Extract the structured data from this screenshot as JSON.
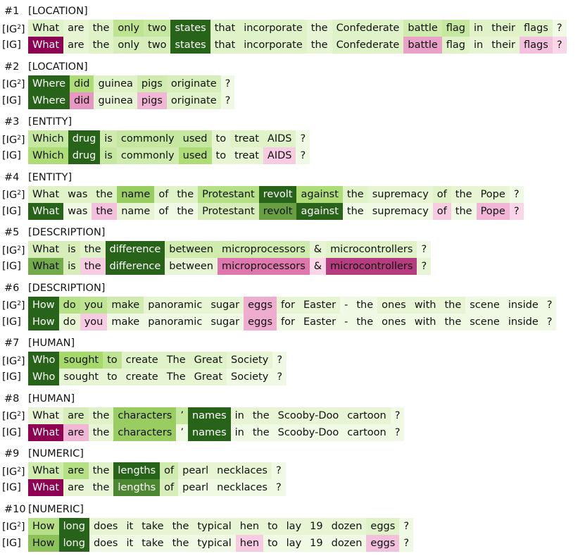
{
  "examples": [
    {
      "id": "#1",
      "label": "[LOCATION]",
      "tokens": [
        "What",
        "are",
        "the",
        "only",
        "two",
        "states",
        "that",
        "incorporate",
        "the",
        "Confederate",
        "battle",
        "flag",
        "in",
        "their",
        "flags",
        "?"
      ],
      "rows": [
        {
          "method": "IG",
          "sup": "2",
          "scores": [
            0.15,
            0.1,
            0.15,
            0.35,
            0.3,
            1.0,
            0.15,
            0.15,
            0.1,
            0.15,
            0.25,
            0.3,
            0.15,
            0.15,
            0.15,
            0.05
          ]
        },
        {
          "method": "IG",
          "sup": "",
          "scores": [
            -1.0,
            0.1,
            0.15,
            0.2,
            0.2,
            1.0,
            0.15,
            0.15,
            0.1,
            0.15,
            -0.3,
            0.15,
            0.1,
            0.1,
            -0.15,
            -0.05
          ]
        }
      ]
    },
    {
      "id": "#2",
      "label": "[LOCATION]",
      "tokens": [
        "Where",
        "did",
        "guinea",
        "pigs",
        "originate",
        "?"
      ],
      "rows": [
        {
          "method": "IG",
          "sup": "2",
          "scores": [
            1.0,
            0.45,
            0.15,
            0.25,
            0.2,
            0.05
          ]
        },
        {
          "method": "IG",
          "sup": "",
          "scores": [
            1.0,
            -0.35,
            0.1,
            -0.2,
            0.15,
            0.05
          ]
        }
      ]
    },
    {
      "id": "#3",
      "label": "[ENTITY]",
      "tokens": [
        "Which",
        "drug",
        "is",
        "commonly",
        "used",
        "to",
        "treat",
        "AIDS",
        "?"
      ],
      "rows": [
        {
          "method": "IG",
          "sup": "2",
          "scores": [
            0.3,
            1.0,
            0.25,
            0.3,
            0.3,
            0.1,
            0.15,
            0.15,
            0.05
          ]
        },
        {
          "method": "IG",
          "sup": "",
          "scores": [
            0.45,
            1.0,
            0.3,
            0.25,
            0.45,
            0.1,
            0.1,
            -0.1,
            0.05
          ]
        }
      ]
    },
    {
      "id": "#4",
      "label": "[ENTITY]",
      "tokens": [
        "What",
        "was",
        "the",
        "name",
        "of",
        "the",
        "Protestant",
        "revolt",
        "against",
        "the",
        "supremacy",
        "of",
        "the",
        "Pope",
        "?"
      ],
      "rows": [
        {
          "method": "IG",
          "sup": "2",
          "scores": [
            0.15,
            0.15,
            0.15,
            0.55,
            0.15,
            0.15,
            0.4,
            1.0,
            0.45,
            0.15,
            0.1,
            0.15,
            0.1,
            0.1,
            0.05
          ]
        },
        {
          "method": "IG",
          "sup": "",
          "scores": [
            1.0,
            0.05,
            -0.15,
            0.1,
            0.05,
            0.05,
            0.2,
            0.75,
            1.0,
            0.05,
            0.05,
            -0.1,
            0.05,
            -0.2,
            -0.05
          ]
        }
      ]
    },
    {
      "id": "#5",
      "label": "[DESCRIPTION]",
      "tokens": [
        "What",
        "is",
        "the",
        "difference",
        "between",
        "microprocessors",
        "&",
        "microcontrollers",
        "?"
      ],
      "rows": [
        {
          "method": "IG",
          "sup": "2",
          "scores": [
            0.2,
            0.2,
            0.15,
            1.0,
            0.25,
            0.25,
            0.1,
            0.15,
            0.05
          ]
        },
        {
          "method": "IG",
          "sup": "",
          "scores": [
            0.7,
            0.2,
            -0.1,
            1.0,
            0.1,
            -0.5,
            -0.05,
            -0.75,
            0.1
          ]
        }
      ]
    },
    {
      "id": "#6",
      "label": "[DESCRIPTION]",
      "tokens": [
        "How",
        "do",
        "you",
        "make",
        "panoramic",
        "sugar",
        "eggs",
        "for",
        "Easter",
        "-",
        "the",
        "ones",
        "with",
        "the",
        "scene",
        "inside",
        "?"
      ],
      "rows": [
        {
          "method": "IG",
          "sup": "2",
          "scores": [
            1.0,
            0.4,
            0.35,
            0.25,
            0.1,
            0.1,
            -0.25,
            0.1,
            0.1,
            0.05,
            0.05,
            0.1,
            0.1,
            0.1,
            0.05,
            0.05,
            0.05
          ]
        },
        {
          "method": "IG",
          "sup": "",
          "scores": [
            1.0,
            0.1,
            -0.1,
            0.05,
            0.05,
            0.05,
            -0.25,
            0.05,
            0.05,
            0.05,
            0.05,
            0.05,
            0.05,
            0.05,
            0.05,
            0.05,
            0.05
          ]
        }
      ]
    },
    {
      "id": "#7",
      "label": "[HUMAN]",
      "tokens": [
        "Who",
        "sought",
        "to",
        "create",
        "The",
        "Great",
        "Society",
        "?"
      ],
      "rows": [
        {
          "method": "IG",
          "sup": "2",
          "scores": [
            1.0,
            0.5,
            0.35,
            0.15,
            0.15,
            0.15,
            0.1,
            0.05
          ]
        },
        {
          "method": "IG",
          "sup": "",
          "scores": [
            1.0,
            0.1,
            0.1,
            0.1,
            0.1,
            0.1,
            0.05,
            0.05
          ]
        }
      ]
    },
    {
      "id": "#8",
      "label": "[HUMAN]",
      "tokens": [
        "What",
        "are",
        "the",
        "characters",
        "’",
        "names",
        "in",
        "the",
        "Scooby-Doo",
        "cartoon",
        "?"
      ],
      "rows": [
        {
          "method": "IG",
          "sup": "2",
          "scores": [
            0.1,
            0.2,
            0.15,
            0.55,
            0.3,
            1.0,
            0.1,
            0.1,
            0.1,
            0.1,
            0.05
          ]
        },
        {
          "method": "IG",
          "sup": "",
          "scores": [
            -1.0,
            -0.2,
            0.1,
            0.55,
            0.05,
            1.0,
            0.05,
            0.05,
            0.05,
            0.05,
            0.05
          ]
        }
      ]
    },
    {
      "id": "#9",
      "label": "[NUMERIC]",
      "tokens": [
        "What",
        "are",
        "the",
        "lengths",
        "of",
        "pearl",
        "necklaces",
        "?"
      ],
      "rows": [
        {
          "method": "IG",
          "sup": "2",
          "scores": [
            0.25,
            0.4,
            0.15,
            1.0,
            0.25,
            0.1,
            0.1,
            0.05
          ]
        },
        {
          "method": "IG",
          "sup": "",
          "scores": [
            -1.0,
            0.1,
            0.1,
            0.85,
            0.2,
            0.05,
            0.05,
            0.05
          ]
        }
      ]
    },
    {
      "id": "#10",
      "label": "[NUMERIC]",
      "tokens": [
        "How",
        "long",
        "does",
        "it",
        "take",
        "the",
        "typical",
        "hen",
        "to",
        "lay",
        "19",
        "dozen",
        "eggs",
        "?"
      ],
      "rows": [
        {
          "method": "IG",
          "sup": "2",
          "scores": [
            0.4,
            1.0,
            0.1,
            0.1,
            0.1,
            0.1,
            0.1,
            0.1,
            0.1,
            0.1,
            0.1,
            0.1,
            0.15,
            0.05
          ]
        },
        {
          "method": "IG",
          "sup": "",
          "scores": [
            0.6,
            1.0,
            0.05,
            0.05,
            0.05,
            0.05,
            0.05,
            -0.1,
            0.05,
            0.05,
            0.05,
            0.05,
            -0.15,
            0.05
          ]
        }
      ]
    }
  ],
  "colors": {
    "positive_strong": "#276419",
    "positive_light": "#f7fcf0",
    "negative_strong": "#8e0152",
    "negative_light": "#fde0ef"
  }
}
